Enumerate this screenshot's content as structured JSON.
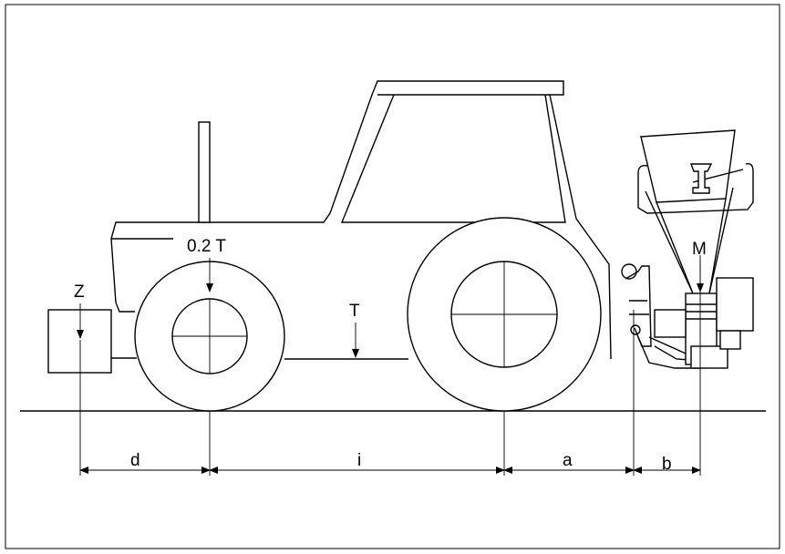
{
  "diagram": {
    "labels": {
      "front_ballast": "Z",
      "front_axle_load": "0.2 T",
      "tractor_weight": "T",
      "implement_mass": "M",
      "dim_d": "d",
      "dim_i": "i",
      "dim_a": "a",
      "dim_b": "b"
    }
  }
}
